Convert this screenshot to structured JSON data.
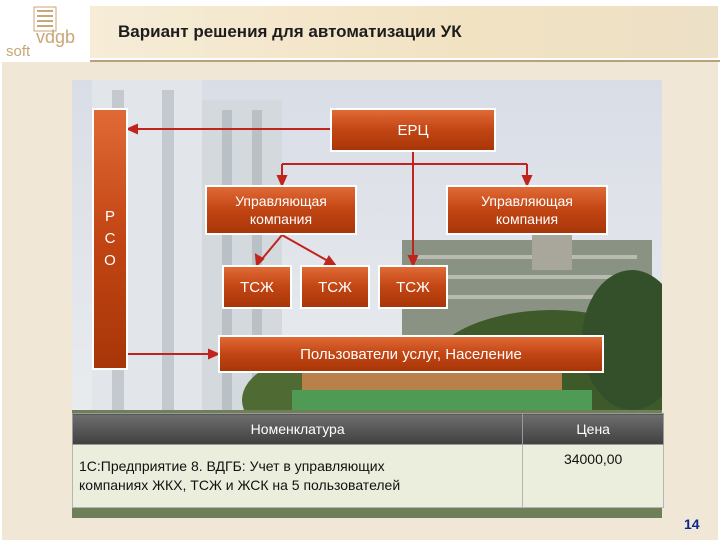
{
  "header": {
    "title": "Вариант решения для автоматизации УК",
    "logo_text": "vdgb soft"
  },
  "diagram": {
    "erc": "ЕРЦ",
    "uk_left": [
      "Управляющая",
      "компания"
    ],
    "uk_right": [
      "Управляющая",
      "компания"
    ],
    "tsj": [
      "ТСЖ",
      "ТСЖ",
      "ТСЖ"
    ],
    "users": "Пользователи услуг, Население",
    "rso": [
      "Р",
      "С",
      "О"
    ]
  },
  "table": {
    "headers": [
      "Номенклатура",
      "Цена"
    ],
    "rows": [
      {
        "name_lines": [
          "1С:Предприятие 8. ВДГБ: Учет в управляющих",
          "компаниях ЖКХ, ТСЖ и ЖСК на 5 пользователей"
        ],
        "price": "34000,00"
      }
    ]
  },
  "page_number": "14",
  "colors": {
    "box_orange": "#c24514",
    "title_band": "#f1e2c2",
    "page_number": "#0b2a8c"
  }
}
